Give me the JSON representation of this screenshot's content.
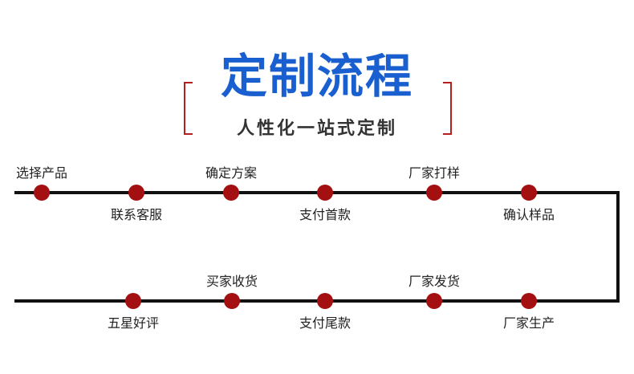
{
  "header": {
    "title": "定制流程",
    "subtitle": "人性化一站式定制"
  },
  "colors": {
    "title": "#1a5fcf",
    "accent_red": "#b3201f",
    "node": "#a40f12",
    "line": "#111111"
  },
  "steps": [
    {
      "label": "选择产品",
      "row": 1,
      "side": "above"
    },
    {
      "label": "联系客服",
      "row": 1,
      "side": "below"
    },
    {
      "label": "确定方案",
      "row": 1,
      "side": "above"
    },
    {
      "label": "支付首款",
      "row": 1,
      "side": "below"
    },
    {
      "label": "厂家打样",
      "row": 1,
      "side": "above"
    },
    {
      "label": "确认样品",
      "row": 1,
      "side": "below"
    },
    {
      "label": "厂家生产",
      "row": 2,
      "side": "below"
    },
    {
      "label": "厂家发货",
      "row": 2,
      "side": "above"
    },
    {
      "label": "支付尾款",
      "row": 2,
      "side": "below"
    },
    {
      "label": "买家收货",
      "row": 2,
      "side": "above"
    },
    {
      "label": "五星好评",
      "row": 2,
      "side": "below"
    }
  ]
}
